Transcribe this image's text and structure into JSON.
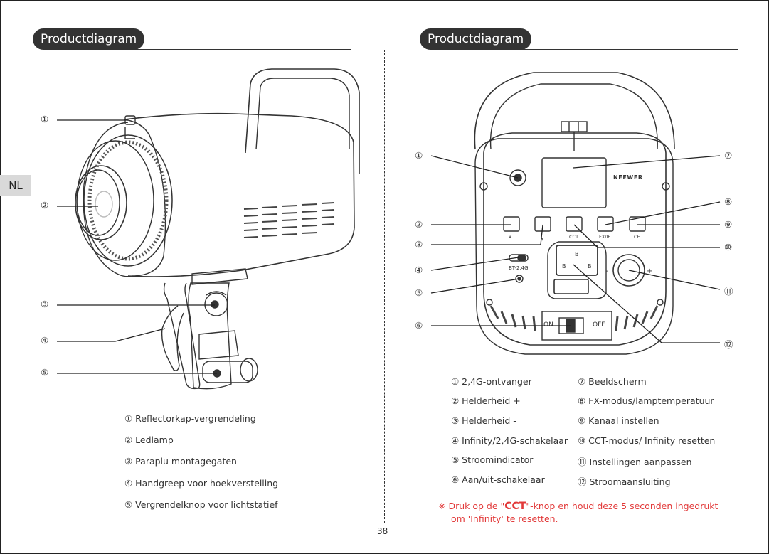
{
  "left": {
    "title": "Productdiagram",
    "lang_tab": "NL",
    "legend": [
      "① Reflectorkap-vergrendeling",
      "② Ledlamp",
      "③ Paraplu montagegaten",
      "④ Handgreep voor hoekverstelling",
      "⑤ Vergrendelknop voor lichtstatief"
    ],
    "callouts": [
      "①",
      "②",
      "③",
      "④",
      "⑤"
    ]
  },
  "right": {
    "title": "Productdiagram",
    "device": {
      "brand": "NEEWER",
      "buttons": [
        "∨",
        "∧",
        "CCT",
        "FX/IF",
        "CH"
      ],
      "switch_label": "BT-2.4G",
      "knob_minus": "-",
      "knob_plus": "+",
      "socket_letters": [
        "B",
        "B",
        "B"
      ],
      "power_on": "ON",
      "power_off": "OFF"
    },
    "callouts": [
      "①",
      "②",
      "③",
      "④",
      "⑤",
      "⑥",
      "⑦",
      "⑧",
      "⑨",
      "⑩",
      "⑪",
      "⑫"
    ],
    "legend_col1": [
      "① 2,4G-ontvanger",
      "② Helderheid +",
      "③ Helderheid -",
      "④ Infinity/2,4G-schakelaar",
      "⑤ Stroomindicator",
      "⑥ Aan/uit-schakelaar"
    ],
    "legend_col2": [
      "⑦ Beeldscherm",
      "⑧ FX-modus/lamptemperatuur",
      "⑨ Kanaal instellen",
      "⑩ CCT-modus/ Infinity resetten",
      "⑪ Instellingen aanpassen",
      "⑫ Stroomaansluiting"
    ],
    "note_prefix": "※ Druk op de \"",
    "note_key": "CCT",
    "note_suffix": "\"-knop en houd deze 5 seconden ingedrukt",
    "note_line2": "om 'Infinity' te resetten."
  },
  "page_number": "38"
}
